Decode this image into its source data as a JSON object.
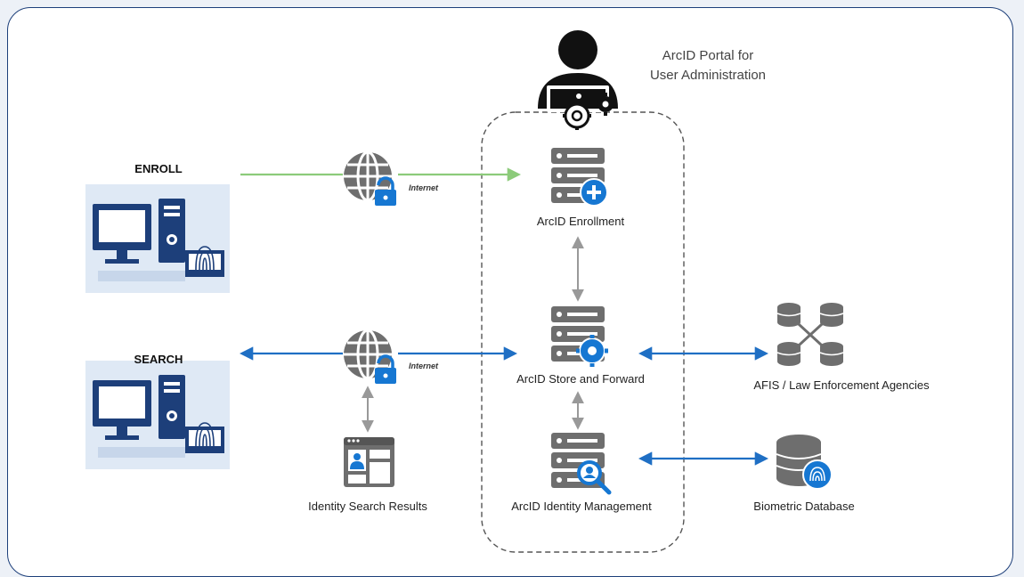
{
  "portal": {
    "line1": "ArcID Portal for",
    "line2": "User Administration"
  },
  "enroll": {
    "label": "ENROLL"
  },
  "search": {
    "label": "SEARCH"
  },
  "internet_label": "Internet",
  "nodes": {
    "enrollment": "ArcID Enrollment",
    "store_forward": "ArcID Store and Forward",
    "identity_mgmt": "ArcID Identity Management",
    "afis": "AFIS / Law Enforcement Agencies",
    "biometric_db": "Biometric Database",
    "search_results": "Identity Search Results"
  },
  "colors": {
    "green_link": "#8ccb7a",
    "blue_link": "#1f6fc4",
    "gray_link": "#999999",
    "navy": "#1d3f7a",
    "icon_gray": "#6e6e6e",
    "accent_blue": "#1677d2"
  }
}
